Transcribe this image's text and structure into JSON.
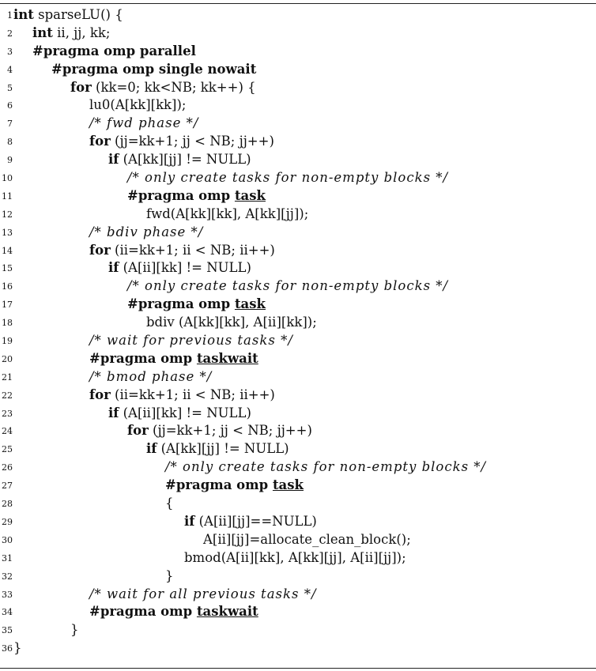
{
  "lines": [
    {
      "n": "1",
      "indent": 0,
      "parts": [
        [
          "kw",
          "int"
        ],
        [
          "t",
          " sparseLU() {"
        ]
      ]
    },
    {
      "n": "2",
      "indent": 1,
      "parts": [
        [
          "kw",
          "int"
        ],
        [
          "t",
          " ii, jj, kk;"
        ]
      ]
    },
    {
      "n": "3",
      "indent": 1,
      "parts": [
        [
          "kw",
          "#pragma omp parallel"
        ]
      ]
    },
    {
      "n": "4",
      "indent": 2,
      "parts": [
        [
          "kw",
          "#pragma omp single nowait"
        ]
      ]
    },
    {
      "n": "5",
      "indent": 3,
      "parts": [
        [
          "kw",
          "for"
        ],
        [
          "t",
          " (kk=0; kk<NB; kk++) {"
        ]
      ]
    },
    {
      "n": "6",
      "indent": 4,
      "parts": [
        [
          "t",
          "lu0(A[kk][kk]);"
        ]
      ]
    },
    {
      "n": "7",
      "indent": 4,
      "parts": [
        [
          "cm",
          "/* fwd phase */"
        ]
      ]
    },
    {
      "n": "8",
      "indent": 4,
      "parts": [
        [
          "kw",
          "for"
        ],
        [
          "t",
          " (jj=kk+1; jj < NB; jj++)"
        ]
      ]
    },
    {
      "n": "9",
      "indent": 5,
      "parts": [
        [
          "kw",
          "if"
        ],
        [
          "t",
          " (A[kk][jj] != NULL)"
        ]
      ]
    },
    {
      "n": "10",
      "indent": 6,
      "parts": [
        [
          "cm",
          "/* only create tasks for non-empty blocks */"
        ]
      ]
    },
    {
      "n": "11",
      "indent": 6,
      "parts": [
        [
          "kw",
          "#pragma omp "
        ],
        [
          "ul",
          "task"
        ]
      ]
    },
    {
      "n": "12",
      "indent": 7,
      "parts": [
        [
          "t",
          "fwd(A[kk][kk], A[kk][jj]);"
        ]
      ]
    },
    {
      "n": "13",
      "indent": 4,
      "parts": [
        [
          "cm",
          "/* bdiv phase */"
        ]
      ]
    },
    {
      "n": "14",
      "indent": 4,
      "parts": [
        [
          "kw",
          "for"
        ],
        [
          "t",
          " (ii=kk+1; ii < NB; ii++)"
        ]
      ]
    },
    {
      "n": "15",
      "indent": 5,
      "parts": [
        [
          "kw",
          "if"
        ],
        [
          "t",
          " (A[ii][kk] != NULL)"
        ]
      ]
    },
    {
      "n": "16",
      "indent": 6,
      "parts": [
        [
          "cm",
          "/* only create tasks for non-empty blocks */"
        ]
      ]
    },
    {
      "n": "17",
      "indent": 6,
      "parts": [
        [
          "kw",
          "#pragma omp "
        ],
        [
          "ul",
          "task"
        ]
      ]
    },
    {
      "n": "18",
      "indent": 7,
      "parts": [
        [
          "t",
          "bdiv (A[kk][kk], A[ii][kk]);"
        ]
      ]
    },
    {
      "n": "19",
      "indent": 4,
      "parts": [
        [
          "cm",
          "/* wait for previous tasks */"
        ]
      ]
    },
    {
      "n": "20",
      "indent": 4,
      "parts": [
        [
          "kw",
          "#pragma omp "
        ],
        [
          "ul",
          "taskwait"
        ]
      ]
    },
    {
      "n": "21",
      "indent": 4,
      "parts": [
        [
          "cm",
          "/* bmod phase */"
        ]
      ]
    },
    {
      "n": "22",
      "indent": 4,
      "parts": [
        [
          "kw",
          "for"
        ],
        [
          "t",
          " (ii=kk+1; ii < NB; ii++)"
        ]
      ]
    },
    {
      "n": "23",
      "indent": 5,
      "parts": [
        [
          "kw",
          "if"
        ],
        [
          "t",
          " (A[ii][kk] != NULL)"
        ]
      ]
    },
    {
      "n": "24",
      "indent": 6,
      "parts": [
        [
          "kw",
          "for"
        ],
        [
          "t",
          " (jj=kk+1; jj < NB; jj++)"
        ]
      ]
    },
    {
      "n": "25",
      "indent": 7,
      "parts": [
        [
          "kw",
          "if"
        ],
        [
          "t",
          " (A[kk][jj] != NULL)"
        ]
      ]
    },
    {
      "n": "26",
      "indent": 8,
      "parts": [
        [
          "cm",
          "/* only create tasks for non-empty blocks */"
        ]
      ]
    },
    {
      "n": "27",
      "indent": 8,
      "parts": [
        [
          "kw",
          "#pragma omp "
        ],
        [
          "ul",
          "task"
        ]
      ]
    },
    {
      "n": "28",
      "indent": 8,
      "parts": [
        [
          "t",
          "{"
        ]
      ]
    },
    {
      "n": "29",
      "indent": 9,
      "parts": [
        [
          "kw",
          "if"
        ],
        [
          "t",
          " (A[ii][jj]==NULL)"
        ]
      ]
    },
    {
      "n": "30",
      "indent": 10,
      "parts": [
        [
          "t",
          "A[ii][jj]=allocate_clean_block();"
        ]
      ]
    },
    {
      "n": "31",
      "indent": 9,
      "parts": [
        [
          "t",
          "bmod(A[ii][kk], A[kk][jj], A[ii][jj]);"
        ]
      ]
    },
    {
      "n": "32",
      "indent": 8,
      "parts": [
        [
          "t",
          "}"
        ]
      ]
    },
    {
      "n": "33",
      "indent": 4,
      "parts": [
        [
          "cm",
          "/* wait for all previous tasks */"
        ]
      ]
    },
    {
      "n": "34",
      "indent": 4,
      "parts": [
        [
          "kw",
          "#pragma omp "
        ],
        [
          "ul",
          "taskwait"
        ]
      ]
    },
    {
      "n": "35",
      "indent": 3,
      "parts": [
        [
          "t",
          "}"
        ]
      ]
    },
    {
      "n": "36",
      "indent": 0,
      "parts": [
        [
          "t",
          "}"
        ]
      ]
    }
  ]
}
